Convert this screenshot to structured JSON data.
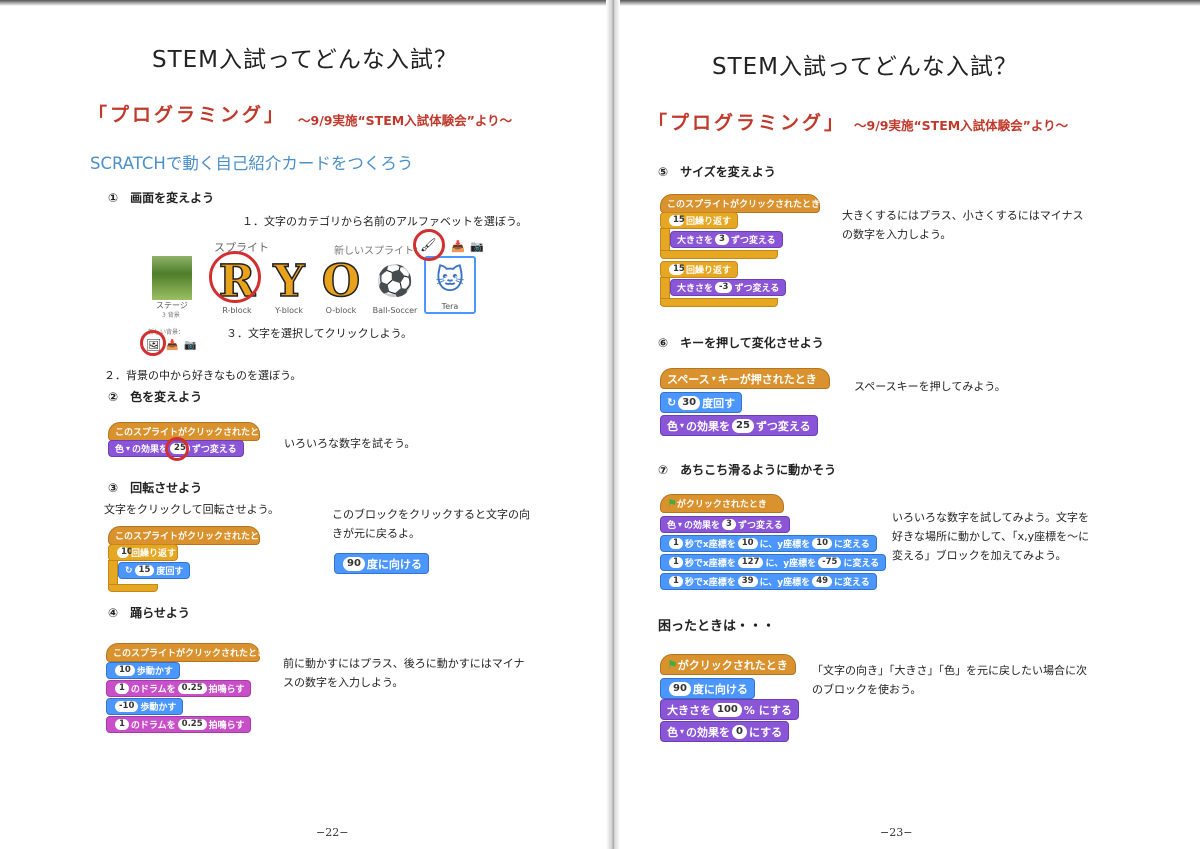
{
  "pages": [
    {
      "title": "STEM入試ってどんな入試？",
      "section_title": "「プログラミング」",
      "section_sub": "～9/9実施“STEM入試体験会”より～",
      "scratch_heading": "SCRATCHで動く自己紹介カードをつくろう",
      "step1": "①　画面を変えよう",
      "step1_note1": "１．文字のカテゴリから名前のアルファベットを選ぼう。",
      "step1_note3": "３．文字を選択してクリックしよう。",
      "step1_note2": "２．背景の中から好きなものを選ぼう。",
      "sprite_panel": {
        "sprite_label": "スプライト",
        "new_sprite_label": "新しいスプライト：",
        "stage_label": "ステージ",
        "stage_sub": "3 背景",
        "new_bg_label": "新しい背景：",
        "sprites": [
          {
            "glyph": "R",
            "name": "R-block"
          },
          {
            "glyph": "Y",
            "name": "Y-block"
          },
          {
            "glyph": "O",
            "name": "O-block"
          },
          {
            "glyph": "⚽",
            "name": "Ball-Soccer"
          },
          {
            "glyph": "🐱",
            "name": "Tera"
          }
        ]
      },
      "step2": "②　色を変えよう",
      "step2_blocks": {
        "hat": "このスプライトがクリックされたとき",
        "effect_a": "色",
        "effect_b": "の効果を",
        "effect_val": "25",
        "effect_c": "ずつ変える"
      },
      "step2_note": "いろいろな数字を試そう。",
      "step3": "③　回転させよう",
      "step3_intro": "文字をクリックして回転させよう。",
      "step3_blocks": {
        "hat": "このスプライトがクリックされたとき",
        "repeat_val": "10",
        "repeat_label": "回繰り返す",
        "turn_val": "15",
        "turn_label": "度回す"
      },
      "step3_note": "このブロックをクリックすると文字の向きが元に戻るよ。",
      "step3_point": {
        "val": "90",
        "label": "度に向ける"
      },
      "step4": "④　踊らせよう",
      "step4_blocks": {
        "hat": "このスプライトがクリックされたとき",
        "move1_val": "10",
        "move_label": "歩動かす",
        "drum1_val": "1",
        "drum_label": "のドラムを",
        "drum1_beats": "0.25",
        "beats_label": "拍鳴らす",
        "move2_val": "-10",
        "drum2_val": "1",
        "drum2_beats": "0.25"
      },
      "step4_note": "前に動かすにはプラス、後ろに動かすにはマイナスの数字を入力しよう。",
      "page_number": "−22−"
    },
    {
      "title": "STEM入試ってどんな入試？",
      "section_title": "「プログラミング」",
      "section_sub": "～9/9実施“STEM入試体験会”より～",
      "step5": "⑤　サイズを変えよう",
      "step5_blocks": {
        "hat": "このスプライトがクリックされたとき",
        "rep1_val": "15",
        "repeat_label": "回繰り返す",
        "size1_a": "大きさを",
        "size1_val": "3",
        "size_c": "ずつ変える",
        "rep2_val": "15",
        "size2_val": "-3"
      },
      "step5_note": "大きくするにはプラス、小さくするにはマイナスの数字を入力しよう。",
      "step6": "⑥　キーを押して変化させよう",
      "step6_blocks": {
        "key": "スペース",
        "hat_label": "キーが押されたとき",
        "turn_val": "30",
        "turn_label": "度回す",
        "effect_a": "色",
        "effect_b": "の効果を",
        "effect_val": "25",
        "effect_c": "ずつ変える"
      },
      "step6_note": "スペースキーを押してみよう。",
      "step7": "⑦　あちこち滑るように動かそう",
      "step7_blocks": {
        "hat": "がクリックされたとき",
        "effect_a": "色",
        "effect_b": "の効果を",
        "effect_val": "3",
        "effect_c": "ずつ変える",
        "glides": [
          {
            "sec": "1",
            "x": "10",
            "y": "10"
          },
          {
            "sec": "1",
            "x": "127",
            "y": "-75"
          },
          {
            "sec": "1",
            "x": "39",
            "y": "49"
          }
        ],
        "glide_a": "秒でx座標を",
        "glide_b": "に、y座標を",
        "glide_c": "に変える"
      },
      "step7_note": "いろいろな数字を試してみよう。文字を好きな場所に動かして、「x,y座標を〜に変える」ブロックを加えてみよう。",
      "trouble": "困ったときは・・・",
      "trouble_blocks": {
        "hat": "がクリックされたとき",
        "point_val": "90",
        "point_label": "度に向ける",
        "size_a": "大きさを",
        "size_val": "100",
        "size_b": "% にする",
        "effect_a": "色",
        "effect_b": "の効果を",
        "effect_val": "0",
        "effect_c": "にする"
      },
      "trouble_note": "「文字の向き」「大きさ」「色」を元に戻したい場合に次のブロックを使おう。",
      "page_number": "−23−"
    }
  ],
  "colors": {
    "red": "#c0392b",
    "blue": "#4a8fc9",
    "events": "#d9922e",
    "looks": "#8a55d7",
    "motion": "#4c97ff",
    "sound": "#c94fc9",
    "control": "#e6a823"
  }
}
